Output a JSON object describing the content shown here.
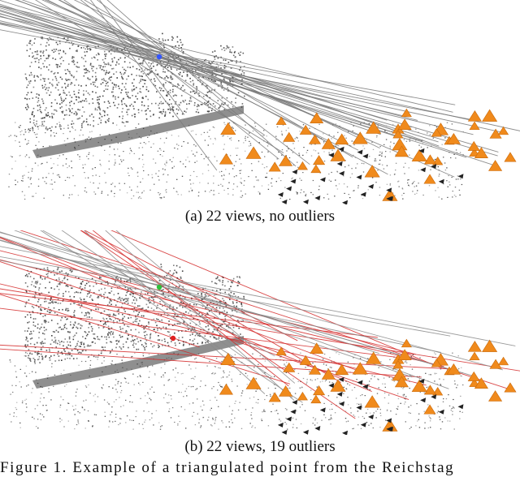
{
  "panels": [
    {
      "caption": "(a) 22 views, no outliers",
      "views": 22,
      "outliers": 0,
      "ray_color": "#7a7a7a",
      "point_color": "#3355ff"
    },
    {
      "caption": "(b) 22 views, 19 outliers",
      "views": 22,
      "outliers": 19,
      "ray_color": "#d42a2a",
      "inlier_ray_color": "#8a8a8a",
      "point_color": "#2fbf3a",
      "outlier_point_color": "#e02020"
    }
  ],
  "figure_caption": "Figure 1.   Example of a triangulated point from the Reichstag",
  "colors": {
    "camera": "#f08a1c",
    "camera_dark": "#c96a0c",
    "cloud": "#5c5c5c"
  }
}
